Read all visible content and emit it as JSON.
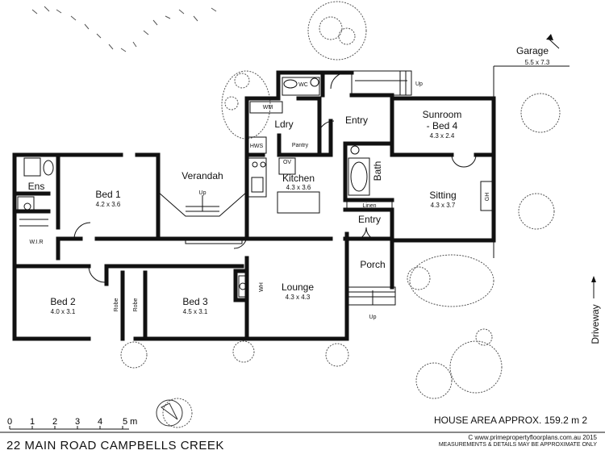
{
  "rooms": {
    "garage": {
      "name": "Garage",
      "dims": "5.5 x 7.3"
    },
    "wc": {
      "name": "WC"
    },
    "up_top": {
      "name": "Up"
    },
    "wm": {
      "name": "WM"
    },
    "ldry": {
      "name": "Ldry"
    },
    "entry_top": {
      "name": "Entry"
    },
    "sunroom": {
      "name": "Sunroom",
      "name2": "- Bed 4",
      "dims": "4.3 x 2.4"
    },
    "ens": {
      "name": "Ens"
    },
    "bed1": {
      "name": "Bed 1",
      "dims": "4.2 x 3.6"
    },
    "verandah": {
      "name": "Verandah",
      "up": "Up"
    },
    "hws": {
      "name": "HWS"
    },
    "pantry": {
      "name": "Pantry"
    },
    "ov": {
      "name": "OV"
    },
    "kitchen": {
      "name": "Kitchen",
      "dims": "4.3 x 3.6"
    },
    "bath": {
      "name": "Bath"
    },
    "sitting": {
      "name": "Sitting",
      "dims": "4.3 x 3.7"
    },
    "gh": {
      "name": "GH"
    },
    "linen": {
      "name": "Linen"
    },
    "entry_mid": {
      "name": "Entry"
    },
    "wir": {
      "name": "W.I.R"
    },
    "porch": {
      "name": "Porch",
      "up": "Up"
    },
    "bed2": {
      "name": "Bed 2",
      "dims": "4.0 x 3.1"
    },
    "robe1": {
      "name": "Robe"
    },
    "robe2": {
      "name": "Robe"
    },
    "bed3": {
      "name": "Bed 3",
      "dims": "4.5 x 3.1"
    },
    "wh": {
      "name": "WH"
    },
    "lounge": {
      "name": "Lounge",
      "dims": "4.3 x 4.3"
    },
    "driveway": {
      "name": "Driveway"
    }
  },
  "scale": {
    "labels": [
      "0",
      "1",
      "2",
      "3",
      "4",
      "5 m"
    ]
  },
  "footer": {
    "address": "22 MAIN ROAD CAMPBELLS CREEK",
    "area": "HOUSE AREA APPROX. 159.2 m 2",
    "copyright": "C www.primepropertyfloorplans.com.au 2015",
    "disclaimer": "MEASUREMENTS & DETAILS MAY BE APPROXIMATE ONLY"
  }
}
